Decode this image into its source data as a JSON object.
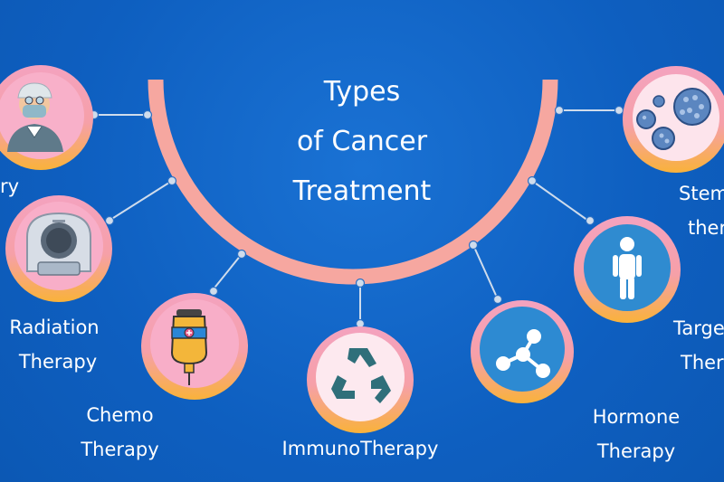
{
  "title": {
    "line1": "Types",
    "line2": "of Cancer",
    "line3": "Treatment"
  },
  "treatments": {
    "surgery": {
      "label": "ry"
    },
    "radiation": {
      "line1": "Radiation",
      "line2": "Therapy"
    },
    "chemo": {
      "line1": "Chemo",
      "line2": "Therapy"
    },
    "immuno": {
      "label": "ImmunoTherapy"
    },
    "hormone": {
      "line1": "Hormone",
      "line2": "Therapy"
    },
    "targeted": {
      "line1": "Targe",
      "line2": "Ther"
    },
    "stem": {
      "line1": "Stem",
      "line2": "ther"
    }
  },
  "colors": {
    "background": "#0e5fc0",
    "arc": "#f6a7a0",
    "ring_pink": "#f4a2bf",
    "ring_orange": "#f9b23a",
    "circle_fill": "#fbe7ec",
    "connector": "#cfdcec"
  },
  "icons": {
    "surgery": "surgeon-icon",
    "radiation": "mri-scanner-icon",
    "chemo": "iv-bag-icon",
    "immuno": "recycle-icon",
    "hormone": "molecule-icon",
    "targeted": "human-body-icon",
    "stem": "cells-icon"
  }
}
